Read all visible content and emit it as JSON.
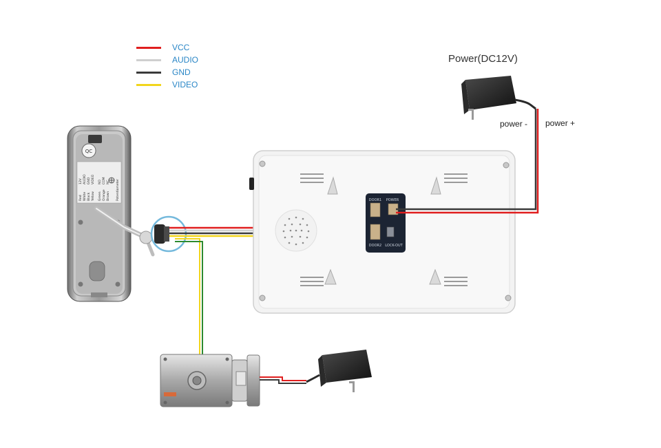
{
  "legend": {
    "items": [
      {
        "label": "VCC",
        "color": "#e01e1e"
      },
      {
        "label": "AUDIO",
        "color": "#cfcfcf"
      },
      {
        "label": "GND",
        "color": "#3a3a3a"
      },
      {
        "label": "VIDEO",
        "color": "#f2d51c"
      }
    ]
  },
  "power": {
    "title": "Power(DC12V)",
    "negative_label": "power -",
    "positive_label": "power +"
  },
  "outdoor_unit": {
    "qc_stamp": "QC",
    "wire_labels": [
      "Red",
      "White",
      "Black",
      "Yellow",
      "Green",
      "Orange",
      "Brown"
    ],
    "pin_labels": [
      "12V",
      "AUDIO",
      "GND",
      "VIDEO",
      "NO",
      "COM",
      "NC"
    ],
    "potentiometer_label": "Potentiometer"
  },
  "monitor": {
    "port_labels": {
      "top_left": "DOOR1",
      "top_right": "POWER",
      "bottom_left": "DOOR2",
      "bottom_right": "LOCK-OUT"
    }
  },
  "colors": {
    "vcc": "#e01e1e",
    "audio": "#cfcfcf",
    "gnd": "#3a3a3a",
    "video": "#f2d51c",
    "lock_ground": "#2e8b2e",
    "panel": "#1c2433"
  }
}
